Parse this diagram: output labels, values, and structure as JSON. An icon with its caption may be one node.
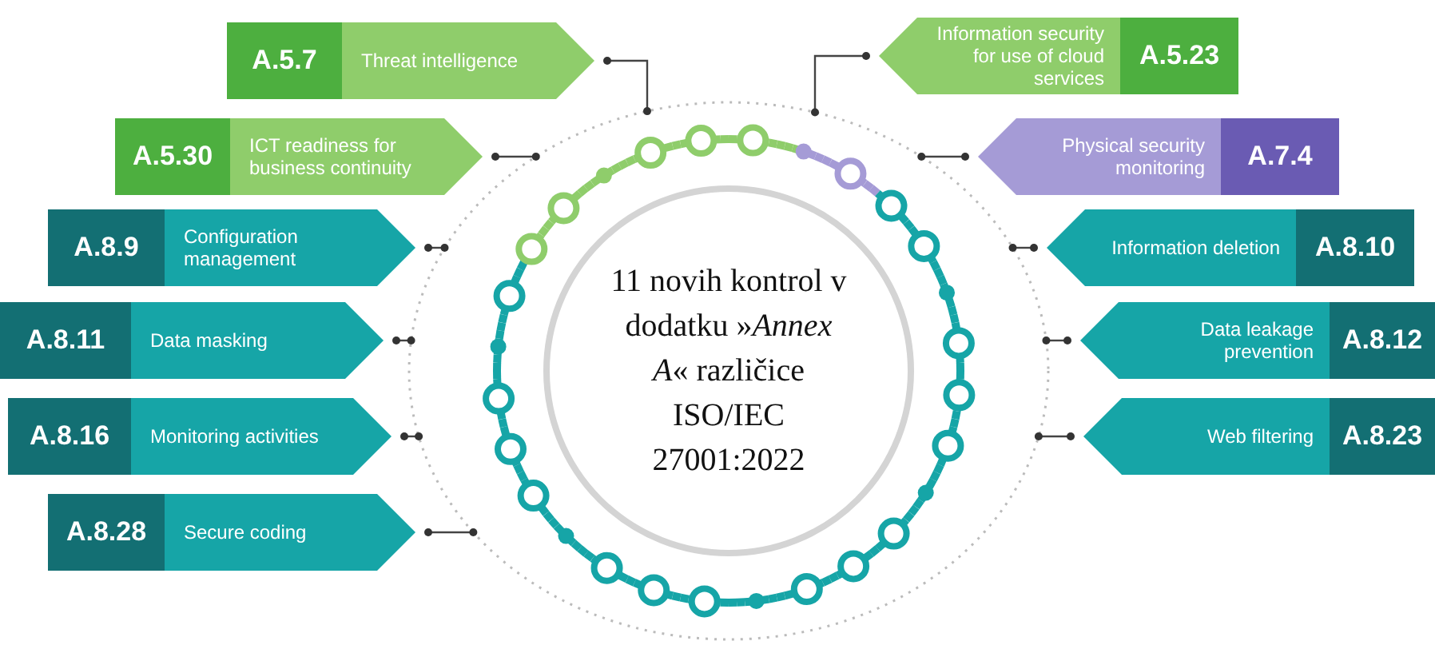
{
  "diagram": {
    "nodes": [
      {
        "text": [
          "A.5.7",
          "Threat intelligence"
        ]
      },
      {
        "text": [
          "A.5.30",
          "ICT readiness for business continuity"
        ]
      },
      {
        "text": [
          "A.8.9",
          "Configuration management"
        ]
      },
      {
        "text": [
          "A.8.11",
          "Data masking"
        ]
      },
      {
        "text": [
          "A.8.16",
          "Monitoring activities"
        ]
      },
      {
        "text": [
          "A.8.28",
          "Secure coding"
        ]
      },
      {
        "text": [
          "Information security for use of cloud services",
          "A.5.23"
        ]
      },
      {
        "text": [
          "Physical security monitoring",
          "A.7.4"
        ]
      },
      {
        "text": [
          "Information deletion",
          "A.8.10"
        ]
      },
      {
        "text": [
          "Data leakage prevention",
          "A.8.12"
        ]
      },
      {
        "text": [
          "Web filtering",
          "A.8.23"
        ]
      },
      {
        "text": [],
        "shape": "circle"
      },
      {
        "text": [
          "11 novih kontrol v dodatku »*Annex A*« različice ISO/IEC 27001:2022"
        ],
        "in": 11
      }
    ],
    "edges": [
      {
        "from": 0,
        "to": 11,
        "arrow": "other"
      },
      {
        "from": 1,
        "to": 11,
        "arrow": "other"
      },
      {
        "from": 2,
        "to": 11,
        "arrow": "other"
      },
      {
        "from": 3,
        "to": 11,
        "arrow": "other"
      },
      {
        "from": 4,
        "to": 11,
        "arrow": "other"
      },
      {
        "from": 5,
        "to": 11,
        "arrow": "other"
      },
      {
        "from": 6,
        "to": 11,
        "arrow": "other"
      },
      {
        "from": 7,
        "to": 11,
        "arrow": "other"
      },
      {
        "from": 8,
        "to": 11,
        "arrow": "other"
      },
      {
        "from": 9,
        "to": 11,
        "arrow": "other"
      },
      {
        "from": 10,
        "to": 11,
        "arrow": "other"
      }
    ]
  }
}
